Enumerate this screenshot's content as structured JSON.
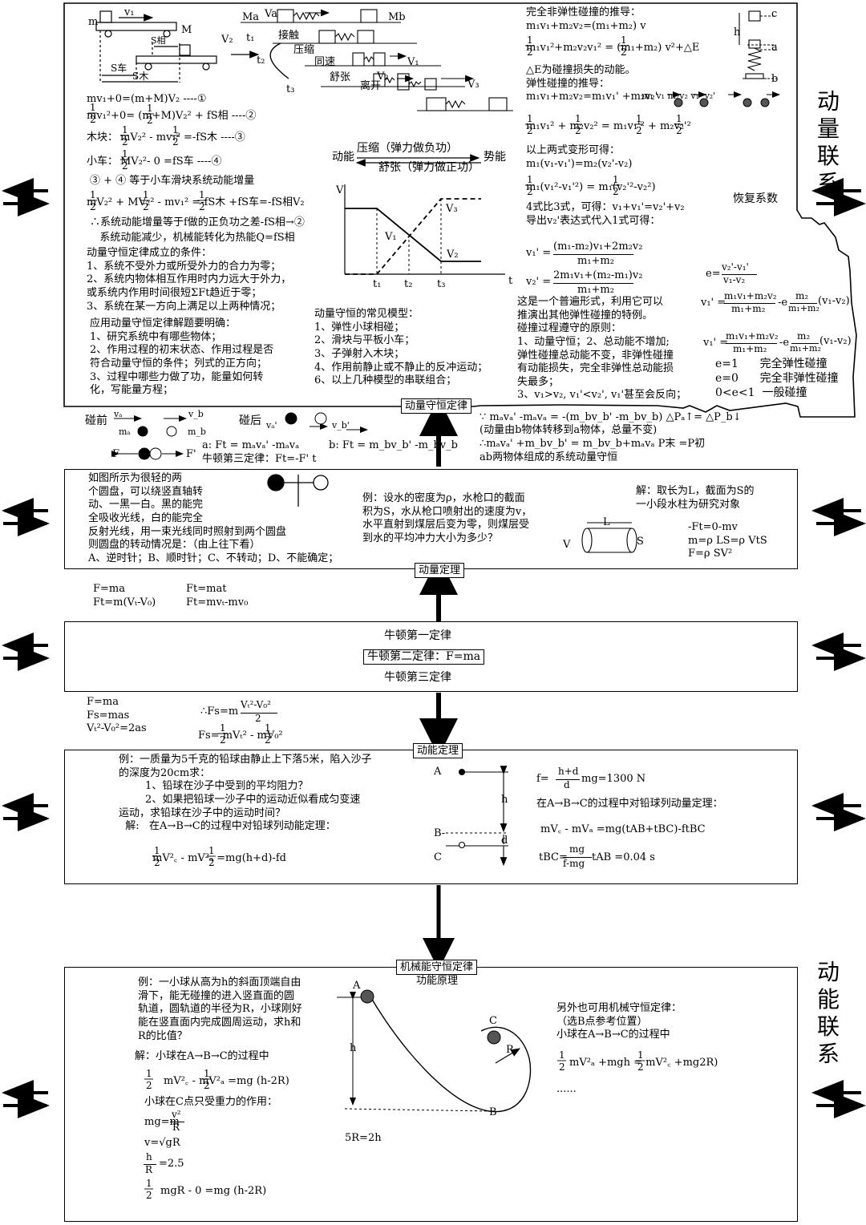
{
  "side_labels": {
    "momentum": "动量联系",
    "energy": "动能联系"
  },
  "connectors": {
    "momentum_conservation": "动量守恒定律",
    "momentum_theorem": "动量定理",
    "newton_second": "牛顿第二定律：F=ma",
    "energy_theorem": "动能定理",
    "mech_energy": "机械能守恒定律",
    "work_energy": "功能原理"
  },
  "top": {
    "fig_labels": {
      "m": "m",
      "v1": "v₁",
      "M": "M",
      "v2": "V₂",
      "s_rel": "S相",
      "s_car": "S车",
      "s_wood": "S木"
    },
    "eqs": [
      "mv₁+0=(m+M)V₂                       ----①",
      "木块：",
      "小车：",
      "③ + ④ 等于小车滑块系统动能增量"
    ],
    "eq2": "mv₁²+0= (m+M)V₂² + fS相       ----②",
    "eq3": "mV₂² - mv₁² =-fS木 ----③",
    "eq4": "MV₂²- 0 =fS车            ----④",
    "eq5": "mV₂² + MV₂² - mv₁² =-fS木 +fS车=-fS相V₂",
    "conclusions": [
      "∴系统动能增量等于f做的正负功之差-fS相→②",
      "   系统动能减少，机械能转化为热能Q=fS相"
    ],
    "conditions": "动量守恒定律成立的条件：\n1、系统不受外力或所受外力的合力为零；\n2、系统内物体相互作用时内力远大于外力，\n或系统内作用时间很短ΣFt趋近于零；\n3、系统在某一方向上满足以上两种情况；",
    "application": "应用动量守恒定律解题要明确：\n1、研究系统中有哪些物体；\n2、作用过程的初末状态、作用过程是否\n符合动量守恒的条件；列式的正方向；\n3、过程中哪些力做了功，能量如何转\n化，写能量方程；",
    "process": {
      "Ma": "Ma",
      "Va": "Va",
      "Mb": "Mb",
      "t1": "t₁",
      "t2": "t₂",
      "t3": "t₃",
      "contact": "接触",
      "compress": "压缩",
      "same_speed": "同速",
      "expand": "舒张",
      "leave": "离开",
      "V1": "V₁",
      "V2": "V₂",
      "V3": "V₃"
    },
    "energy_conv": {
      "ke": "动能",
      "pe": "势能",
      "compress": "压缩（弹力做负功）",
      "expand": "舒张（弹力做正功）"
    },
    "graph": {
      "v": "V",
      "t": "t",
      "t1": "t₁",
      "t2": "t₂",
      "t3": "t₃",
      "V1": "V₁",
      "V2": "V₂",
      "V3": "V₃"
    },
    "models": "动量守恒的常见模型：\n1、弹性小球相碰；\n2、滑块与平板小车；\n3、子弹射入木块；\n4、作用前静止或不静止的反冲运动；\n6、以上几种模型的串联组合；",
    "inelastic": "完全非弹性碰撞的推导：\nm₁v₁+m₂v₂=(m₁+m₂) v",
    "inelastic_eq": "m₁v₁²+m₂v₂v₁² =  (m₁+m₂) v²+△E",
    "dE": "△E为碰撞损失的动能。\n弹性碰撞的推导：\nm₁v₁+m₂v₂=m₁v₁' +m₂v₂'",
    "elastic_eq": "m₁v₁² + m₂v₂² = m₁v₁'² + m₂v₂'²",
    "transform": "以上两式变形可得：\nm₁(v₁-v₁')=m₂(v₂'-v₂)",
    "transform2": "m₁(v₁²-v₁'²) = m₁(v₂'²-v₂²)",
    "ratio": "4式比3式，可得：v₁+v₁'=v₂'+v₂\n导出v₂'表达式代入1式可得：",
    "v1p": "v₁' =",
    "v1p_num": "(m₁-m₂)v₁+2m₂v₂",
    "v2p": "v₂' =",
    "v2p_num": "2m₁v₁+(m₂-m₁)v₂",
    "den": "m₁+m₂",
    "general": "这是一个普遍形式，利用它可以\n推演出其他弹性碰撞的特例。\n碰撞过程遵守的原则：\n1、动量守恒；2、总动能不增加;\n弹性碰撞总动能不变，非弹性碰撞\n有动能损失，完全非弹性总动能损\n失最多；\n3、v₁>v₂, v₁'<v₂', v₁'甚至会反向；",
    "recovery": "恢复系数",
    "e_def": "e=",
    "e_num": "v₂'-v₁'",
    "e_den": "v₁-v₂",
    "v1pe": "v₁' =",
    "v1pe_num": "m₁v₁+m₂v₂",
    "v1pe_mid": "-e",
    "v1pe_m2": "m₂",
    "v1pe_tail": "(v₁-v₂)",
    "e_cases": "e=1      完全弹性碰撞\ne=0      完全非弹性碰撞\n0<e<1  一般碰撞",
    "spring_labels": {
      "c": "c",
      "h": "h",
      "a": "a",
      "b": "b"
    },
    "balls_labels": "m₁  v₁     m₂v₂       v₁'       v₂'"
  },
  "collision_row": {
    "before": "碰前",
    "after": "碰后",
    "va": "vₐ",
    "vb": "v_b",
    "ma": "mₐ",
    "mb": "m_b",
    "vap": "vₐ'",
    "vbp": "v_b'",
    "eq_a": "a: Ft = mₐvₐ' -mₐvₐ",
    "eq_b": "b: Ft = m_bv_b' -m_bv_b",
    "newton3": "牛顿第三定律：Ft=-F' t",
    "F": "F",
    "Fp": "F'",
    "r1": "∵  mₐvₐ' -mₐvₐ = -(m_bv_b' -m_bv_b)       △Pₐ↑= △P_b↓",
    "r2": "(动量由b物体转移到a物体，总量不变)",
    "r3": "∴mₐvₐ' +m_bv_b' = m_bv_b+mₐvₐ                  P末 =P初",
    "r4": "ab两物体组成的系统动量守恒"
  },
  "box2": {
    "disc": "如图所示为很轻的两\n个圆盘，可以绕竖直轴转\n动、一黑一白。黑的能完\n全吸收光线，白的能完全\n反射光线，用一束光线同时照射到两个圆盘\n则圆盘的转动情况是：（由上往下看）\nA、逆时针；B、顺时针；C、不转动；D、不能确定；",
    "water": "例：设水的密度为ρ，水枪口的截面\n积为S，水从枪口喷射出的速度为v，\n水平直射到煤层后变为零，则煤层受\n到水的平均冲力大小为多少？",
    "V": "V",
    "L": "L",
    "S": "S",
    "sol": "解：取长为L，截面为S的\n一小段水柱为研究对象",
    "sol_eq": "-Ft=0-mv\nm=ρ LS=ρ VtS\nF=ρ SV²"
  },
  "mid_eqs": {
    "a": "F=ma\nFt=m(Vₜ-V₀)",
    "b": "Ft=mat\nFt=mvₜ-mv₀"
  },
  "newton": {
    "first": "牛顿第一定律",
    "third": "牛顿第三定律"
  },
  "lower_eqs": {
    "a": "F=ma\nFs=mas\nVₜ²-V₀²=2as",
    "b": "∴Fs=m",
    "b_num": "Vₜ²-V₀²",
    "b_den": "2",
    "c": "Fs= mVₜ² - mV₀²"
  },
  "box4": {
    "q": "例：一质量为5千克的铅球由静止上下落5米，陷入沙子\n的深度为20cm求：\n        1、铅球在沙子中受到的平均阻力？\n        2、如果把铅球一沙子中的运动近似看成匀变速\n运动，求铅球在沙子中的运动时间？\n  解:   在A→B→C的过程中对铅球列动能定理：",
    "eq": "mV²꜀ - mV²ₐ =mg(h+d)-fd",
    "A": "A",
    "B": "B-",
    "C": "C",
    "h": "h",
    "d": "d",
    "f": "f=",
    "f_num": "h+d",
    "f_den": "d",
    "f_tail": "mg=1300 N",
    "mom": "在A→B→C的过程中对铅球列动量定理：",
    "mom_eq": "mV꜀ - mVₐ =mg(tAB+tBC)-ftBC",
    "t": "tBC=",
    "t_num": "mg",
    "t_den": "f-mg",
    "t_tail": "tAB =0.04 s"
  },
  "box5": {
    "q": "例：一小球从高为h的斜面顶端自由\n滑下，能无碰撞的进入竖直面的圆\n轨道，圆轨道的半径为R，小球刚好\n能在竖直面内完成圆周运动，求h和\nR的比值？",
    "sol": "解：小球在A→B→C的过程中",
    "eq1": "mV²꜀ - mV²ₐ =mg (h-2R)",
    "c_only": "小球在C点只受重力的作用：",
    "mg": "mg=m",
    "mg_num": "v²",
    "mg_den": "R",
    "v": "v=√gR",
    "hR": "=2.5",
    "hR_num": "h",
    "hR_den": "R",
    "last": "mgR - 0 =mg (h-2R)",
    "ratio": "5R=2h",
    "A": "A",
    "B": "B",
    "C": "C",
    "h": "h",
    "R": "R",
    "alt": "另外也可用机械守恒定律：\n（选B点参考位置）\n小球在A→B→C的过程中",
    "alt_eq": "mV²ₐ +mgh = mV²꜀ +mg2R)",
    "dots": "......"
  }
}
